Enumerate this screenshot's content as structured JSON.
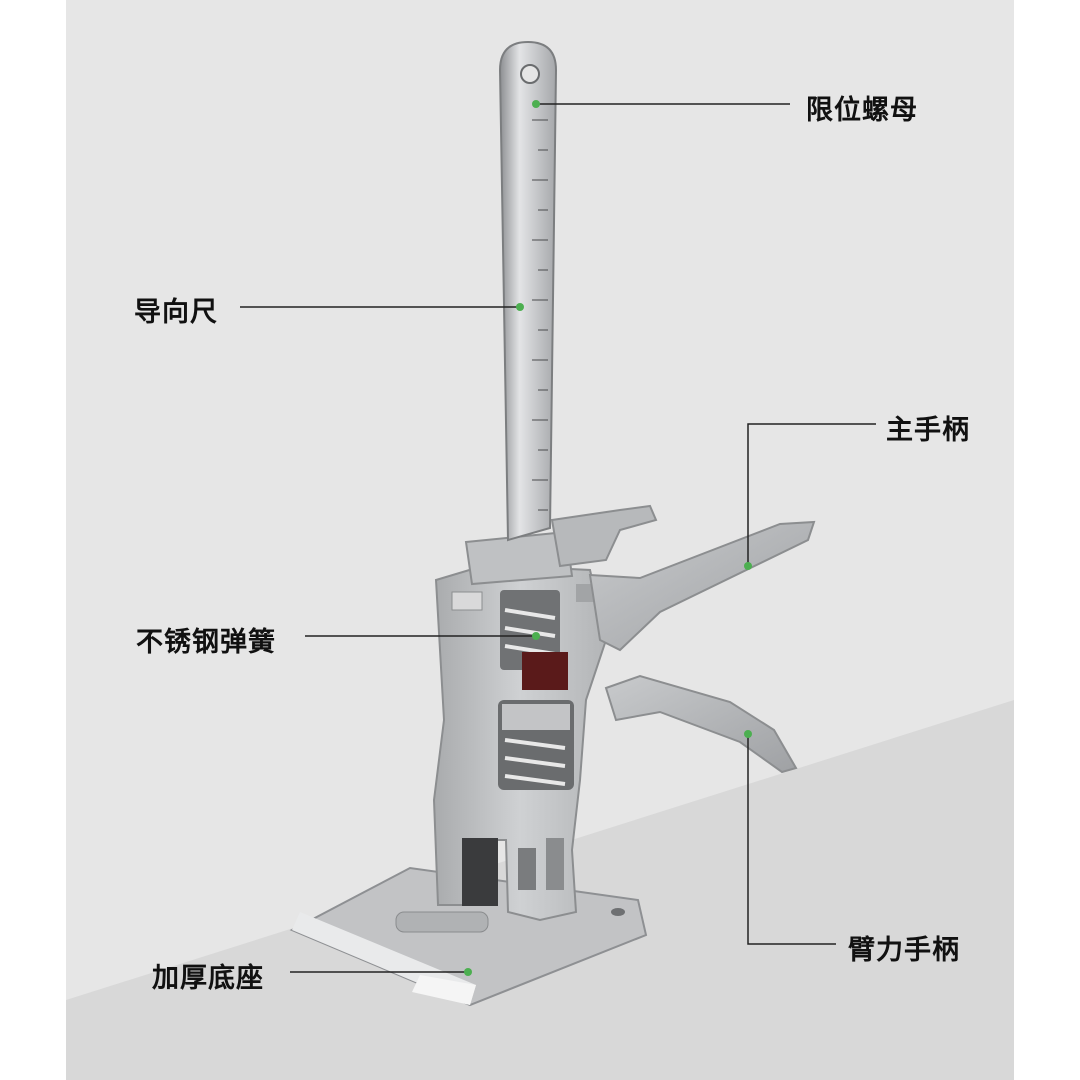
{
  "labels": {
    "limit_nut": "限位螺母",
    "guide_ruler": "导向尺",
    "main_handle": "主手柄",
    "spring": "不锈钢弹簧",
    "arm_handle": "臂力手柄",
    "base": "加厚底座"
  },
  "colors": {
    "background": "#e6e6e6",
    "floor": "#d9d9d9",
    "leader_line": "#222222",
    "marker_dot": "#4caf50",
    "metal": "#b9bbbd"
  }
}
